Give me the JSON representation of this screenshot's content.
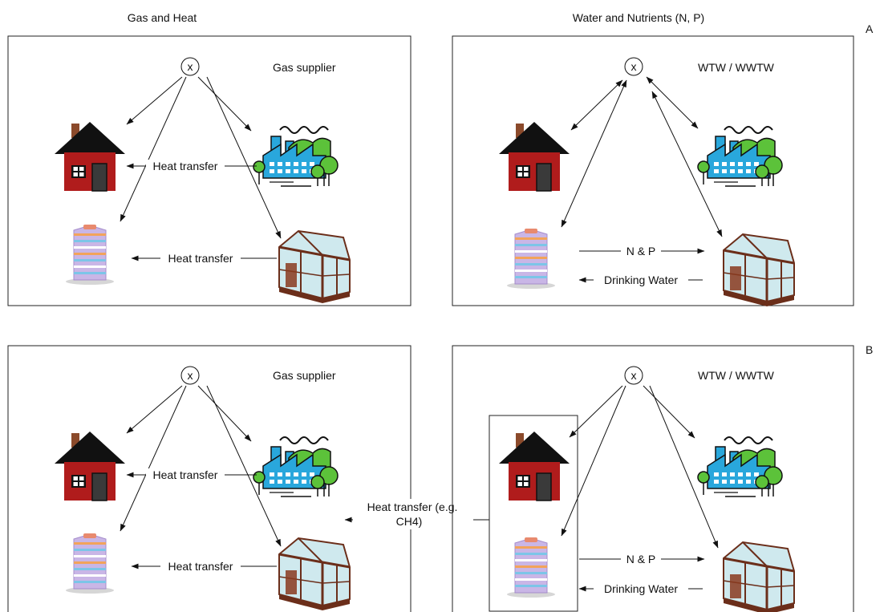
{
  "headers": {
    "left": "Gas and Heat",
    "right": "Water and Nutrients (N, P)",
    "row_a": "A",
    "row_b": "B"
  },
  "node_symbol": "x",
  "labels": {
    "gas_supplier": "Gas supplier",
    "wtw": "WTW / WWTW",
    "heat_transfer": "Heat transfer",
    "n_and_p": "N & P",
    "drinking_water": "Drinking Water",
    "cross_heat_line1": "Heat transfer (e.g.",
    "cross_heat_line2": "CH4)"
  },
  "icons": [
    "x-circle-icon",
    "house-icon",
    "factory-icon",
    "apartment-tower-icon",
    "greenhouse-icon"
  ],
  "colors": {
    "house_wall": "#b01c1c",
    "house_roof": "#111111",
    "chimney": "#8b4a2b",
    "factory": "#29a7dc",
    "trees": "#5cc23a",
    "tower": "#c9b6e6",
    "greenhouse_frame": "#6b2e1a",
    "greenhouse_glass": "#cfe9ee"
  }
}
